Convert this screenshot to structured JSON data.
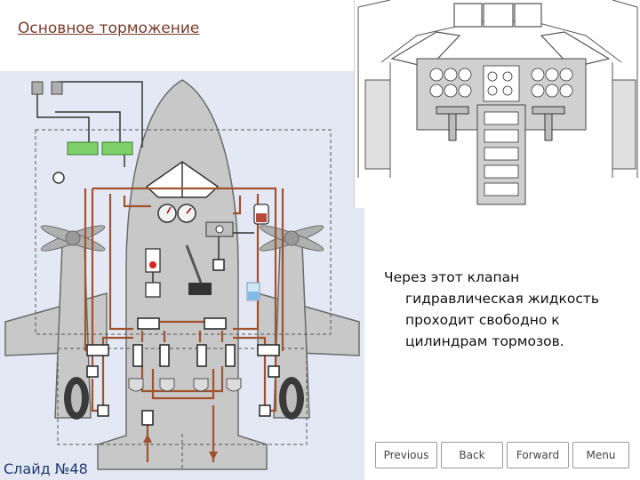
{
  "slide": {
    "title": "Основное торможение",
    "number_label": "Слайд №48"
  },
  "caption": {
    "lines": [
      "Через этот клапан",
      "гидравлическая жидкость",
      "проходит свободно к",
      "цилиндрам тормозов."
    ]
  },
  "nav": {
    "previous": "Previous",
    "back": "Back",
    "forward": "Forward",
    "menu": "Menu"
  },
  "colors": {
    "hydraulic_line": "#a0522d",
    "control_wire": "#333333",
    "aircraft_fill": "#c8c8c8",
    "panel_bg": "#e4e8f4",
    "switch_green": "#7ed06a",
    "title_color": "#7a3a28"
  },
  "icons": [
    "pressure-gauge-icon",
    "reservoir-icon",
    "brake-lever-icon",
    "valve-icon",
    "wheel-icon"
  ]
}
